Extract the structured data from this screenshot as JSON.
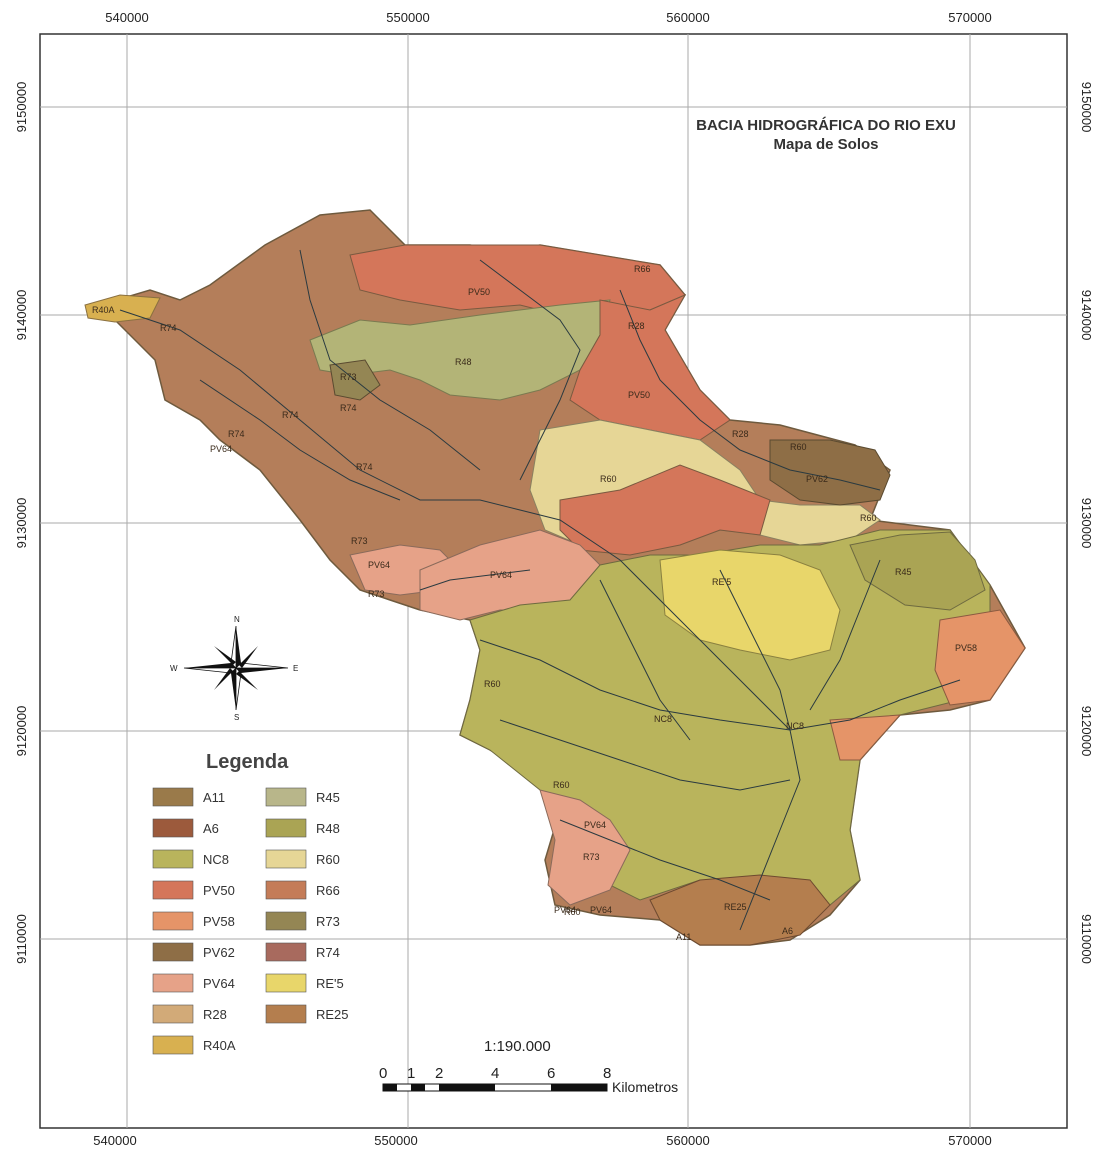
{
  "map": {
    "title": "BACIA HIDROGRÁFICA DO RIO EXU",
    "subtitle": "Mapa de Solos",
    "scale_text": "1:190.000",
    "scale_unit": "Kilometros",
    "scale_ticks": [
      "0",
      "1",
      "2",
      "4",
      "6",
      "8"
    ],
    "x_ticks_top": [
      "540000",
      "550000",
      "560000",
      "570000"
    ],
    "x_ticks_bottom": [
      "540000",
      "550000",
      "560000",
      "570000"
    ],
    "y_ticks_left": [
      "9150000",
      "9140000",
      "9130000",
      "9120000",
      "9110000"
    ],
    "y_ticks_right": [
      "9150000",
      "9140000",
      "9130000",
      "9120000",
      "9110000"
    ],
    "compass": {
      "n": "N",
      "s": "S",
      "e": "E",
      "w": "W"
    }
  },
  "legend": {
    "title": "Legenda",
    "items": [
      {
        "code": "A11",
        "color": "#9a7a4a"
      },
      {
        "code": "A6",
        "color": "#9c5a3c"
      },
      {
        "code": "NC8",
        "color": "#b9b45c"
      },
      {
        "code": "PV50",
        "color": "#d4765a"
      },
      {
        "code": "PV58",
        "color": "#e59468"
      },
      {
        "code": "PV62",
        "color": "#8e6e46"
      },
      {
        "code": "PV64",
        "color": "#e6a288"
      },
      {
        "code": "R28",
        "color": "#d2aa78"
      },
      {
        "code": "R40A",
        "color": "#d8b050"
      },
      {
        "code": "R45",
        "color": "#b8b68a"
      },
      {
        "code": "R48",
        "color": "#aaa454"
      },
      {
        "code": "R60",
        "color": "#e6d696"
      },
      {
        "code": "R66",
        "color": "#c47c58"
      },
      {
        "code": "R73",
        "color": "#948654"
      },
      {
        "code": "R74",
        "color": "#a86a5e"
      },
      {
        "code": "RE'5",
        "color": "#e8d66a"
      },
      {
        "code": "RE25",
        "color": "#b47e4e"
      }
    ]
  },
  "map_labels": [
    "R40A",
    "R74",
    "R74",
    "R74",
    "R74",
    "R74",
    "PV64",
    "R66",
    "R73",
    "PV64",
    "R73",
    "PV50",
    "R48",
    "R73",
    "R28",
    "PV50",
    "R60",
    "R28",
    "R60",
    "PV62",
    "R60",
    "PV64",
    "R45",
    "RE'5",
    "PV58",
    "R60",
    "NC8",
    "NC8",
    "R60",
    "R60",
    "PV64",
    "R73",
    "PV64",
    "PV64",
    "RE25",
    "A6",
    "A11"
  ]
}
